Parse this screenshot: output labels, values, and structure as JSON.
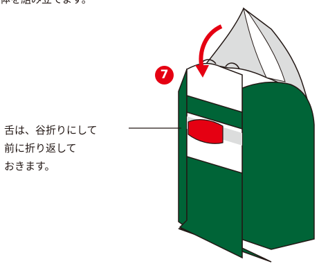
{
  "top_text": "体を組み立てます。",
  "step": {
    "number": "7",
    "color": "#e50012"
  },
  "note_lines": [
    "舌は、谷折りにして",
    "前に折り返して",
    "おきます。"
  ],
  "colors": {
    "box_green": "#006437",
    "box_green_dark": "#004f2a",
    "flap_gray": "#dcdddd",
    "tongue_red": "#e50012",
    "arrow_red": "#e50012",
    "outline": "#231815"
  }
}
